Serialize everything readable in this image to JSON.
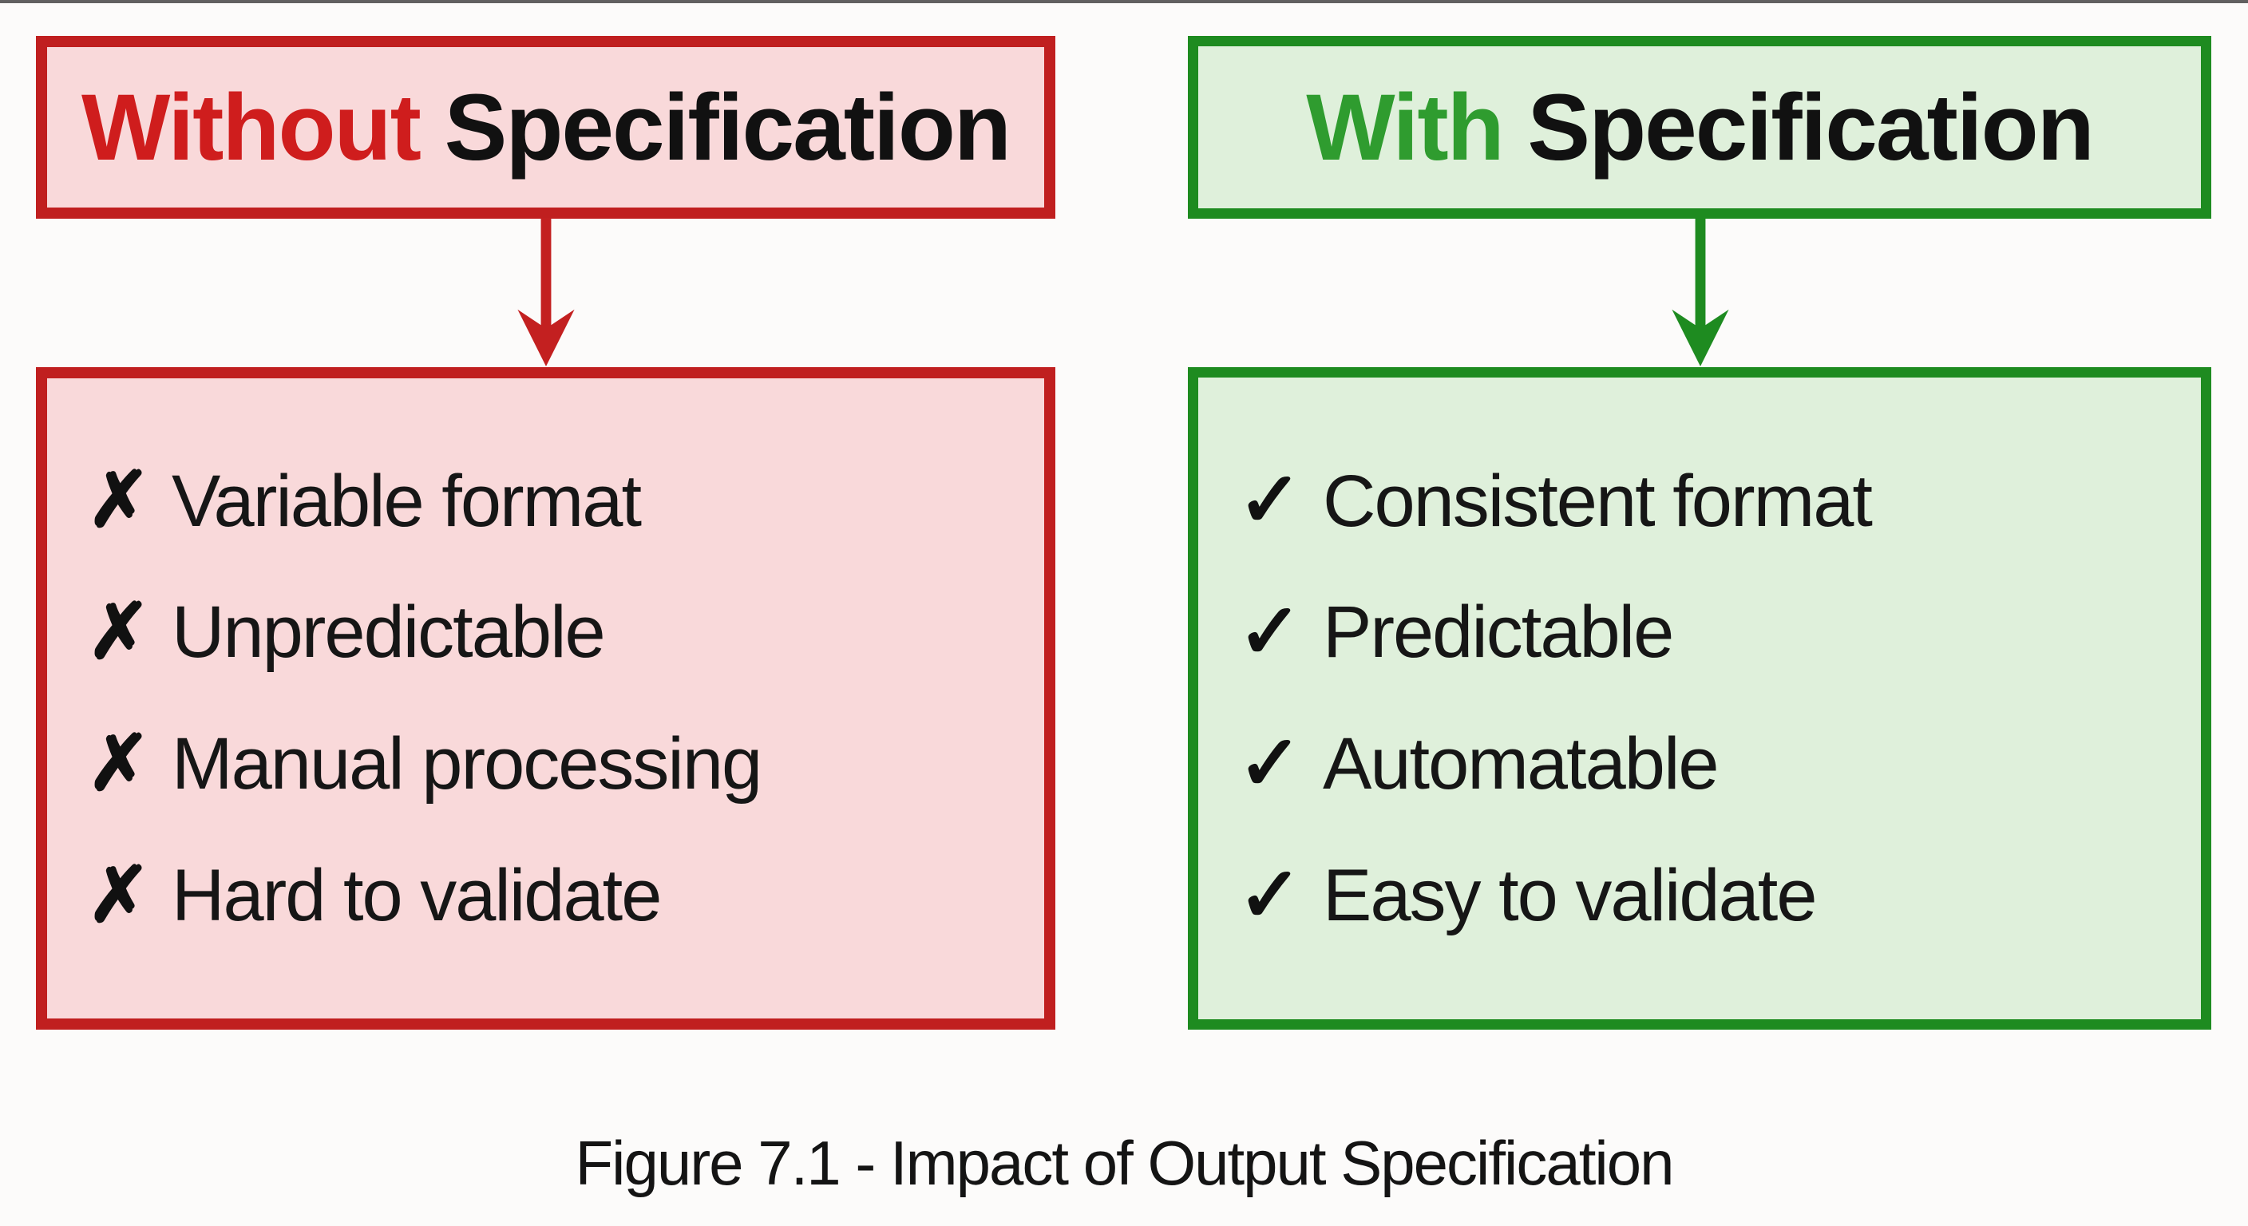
{
  "figure": {
    "caption": "Figure 7.1 - Impact of Output Specification"
  },
  "left_panel": {
    "header": {
      "highlight": "Without",
      "rest": "Specification"
    },
    "items": [
      {
        "icon": "✗",
        "label": "Variable format"
      },
      {
        "icon": "✗",
        "label": "Unpredictable"
      },
      {
        "icon": "✗",
        "label": "Manual processing"
      },
      {
        "icon": "✗",
        "label": "Hard to validate"
      }
    ]
  },
  "right_panel": {
    "header": {
      "highlight": "With",
      "rest": "Specification"
    },
    "items": [
      {
        "icon": "✓",
        "label": "Consistent format"
      },
      {
        "icon": "✓",
        "label": "Predictable"
      },
      {
        "icon": "✓",
        "label": "Automatable"
      },
      {
        "icon": "✓",
        "label": "Easy to validate"
      }
    ]
  },
  "colors": {
    "red_border": "#c01f1f",
    "red_text": "#cf1d1d",
    "pink_fill": "#f9d9da",
    "green_border": "#1e8b20",
    "green_text": "#2f9c2f",
    "green_fill": "#dff0db",
    "body_text": "#161616"
  }
}
